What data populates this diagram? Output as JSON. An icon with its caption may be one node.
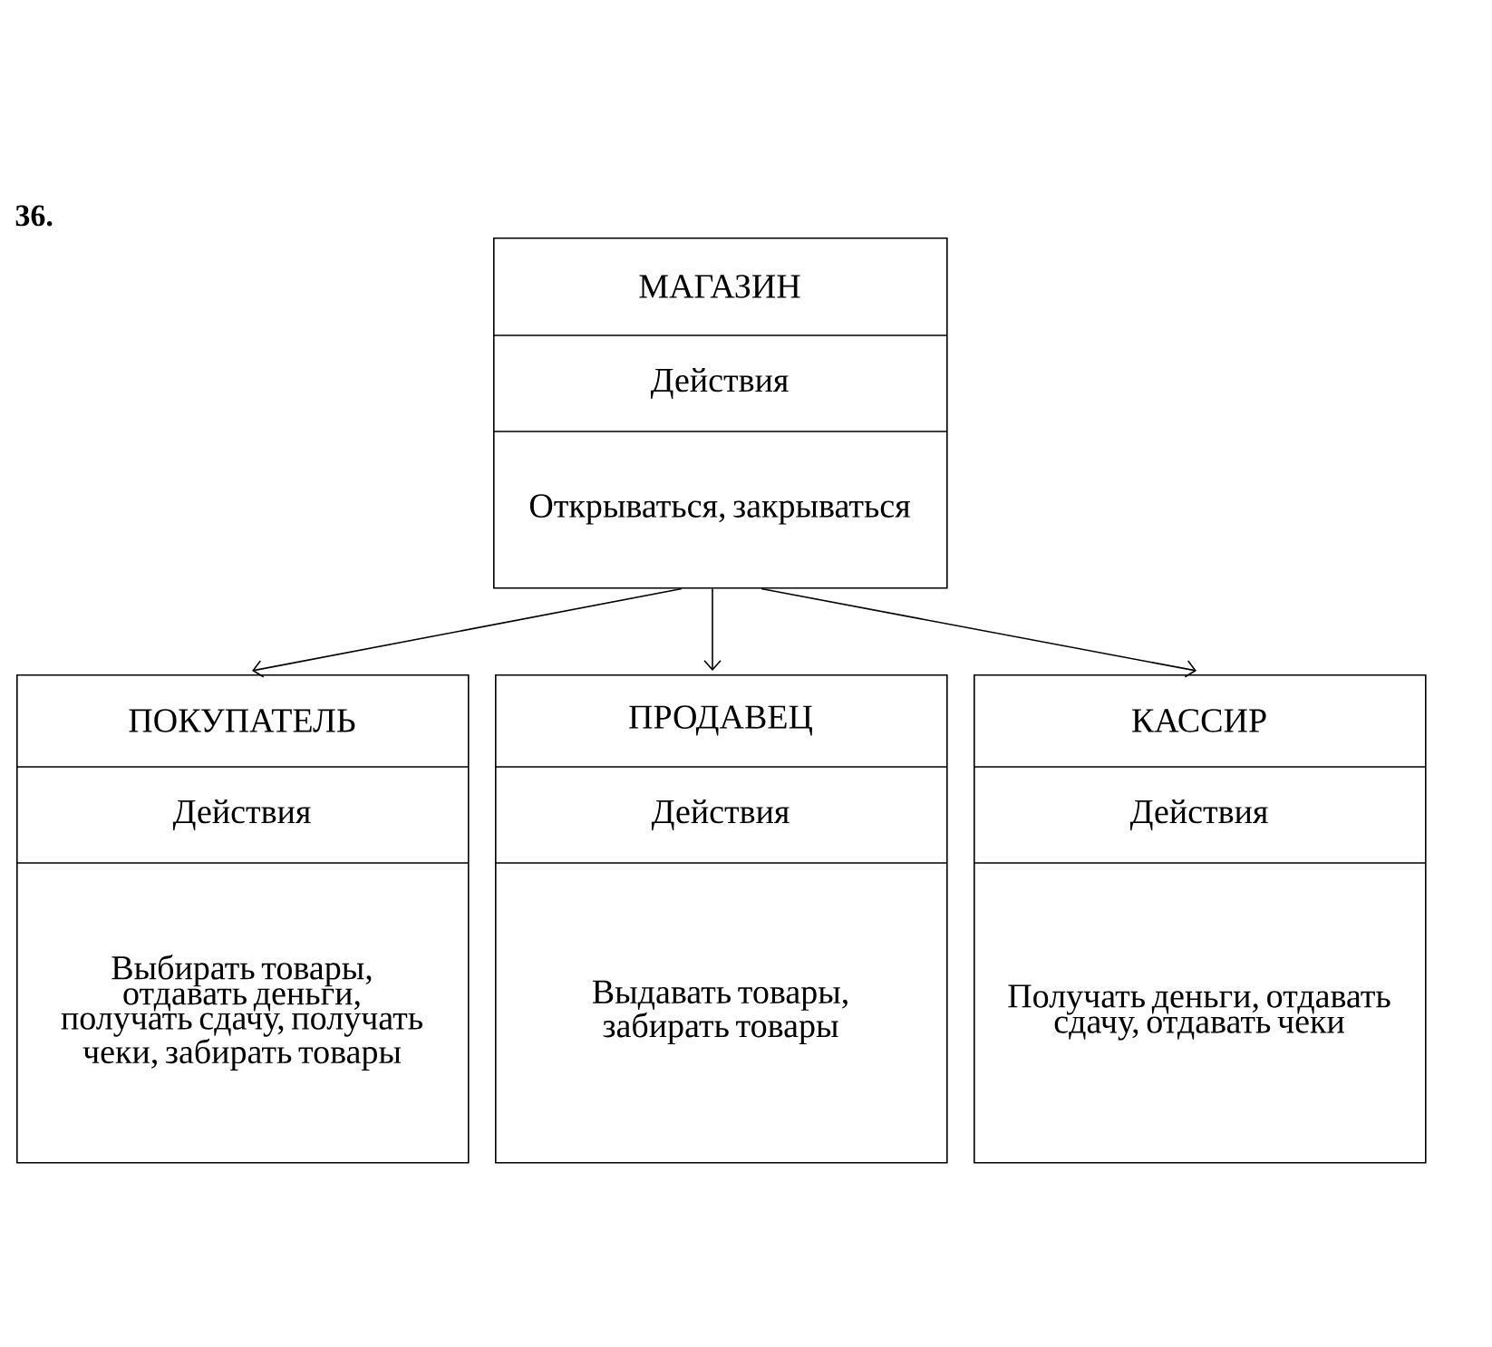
{
  "diagram": {
    "nodes": [
      {
        "text": [
          "МАГАЗИН",
          "Действия",
          "Открываться, закрываться"
        ]
      },
      {
        "text": [
          "ПОКУПАТЕЛЬ",
          "Действия",
          "Выбирать товары, отдавать деньги, получать сдачу, получать чеки, забирать товары"
        ]
      },
      {
        "text": [
          "ПРОДАВЕЦ",
          "Действия",
          "Выдавать товары, забирать товары"
        ]
      },
      {
        "text": [
          "КАССИР",
          "Действия",
          "Получать деньги, отдавать сдачу, отдавать чеки"
        ]
      }
    ],
    "edges": [
      {
        "from": 0,
        "to": 1,
        "arrow": "to"
      },
      {
        "from": 0,
        "to": 2,
        "arrow": "to"
      },
      {
        "from": 0,
        "to": 3,
        "arrow": "to"
      }
    ],
    "labels": [
      "36."
    ]
  }
}
